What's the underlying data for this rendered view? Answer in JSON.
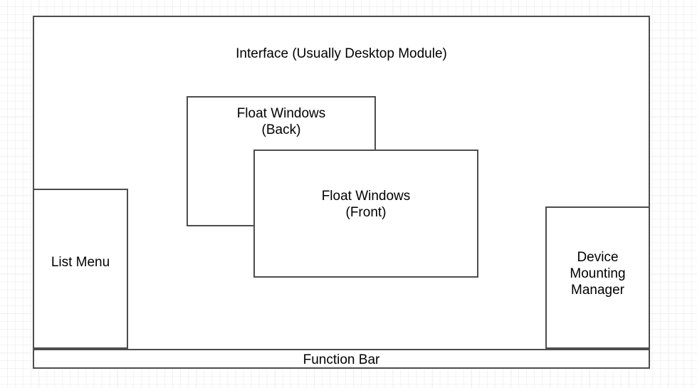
{
  "diagram": {
    "title": "Interface (Usually Desktop Module)",
    "background": {
      "grid": true,
      "grid_minor_color": "#f2f2f2",
      "grid_major_color": "#e6e6e6",
      "page_color": "#ffffff"
    },
    "style": {
      "box_border_color": "#4d4d4d",
      "box_fill_color": "#ffffff",
      "text_color": "#000000"
    },
    "boxes": [
      {
        "id": "interface",
        "label": "Interface (Usually Desktop Module)",
        "role": "outer-container"
      },
      {
        "id": "float-windows-back",
        "label": "Float Windows\n(Back)",
        "role": "floating-window"
      },
      {
        "id": "float-windows-front",
        "label": "Float Windows\n(Front)",
        "role": "floating-window"
      },
      {
        "id": "list-menu",
        "label": "List Menu",
        "role": "panel"
      },
      {
        "id": "device-mounting-manager",
        "label": "Device\nMounting\nManager",
        "role": "panel"
      },
      {
        "id": "function-bar",
        "label": "Function Bar",
        "role": "bar"
      }
    ]
  }
}
